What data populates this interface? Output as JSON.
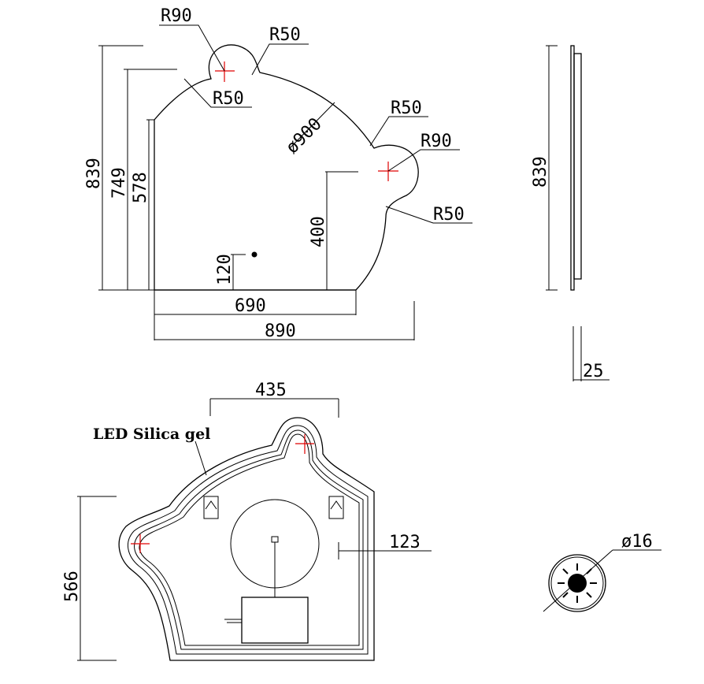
{
  "front_view": {
    "radius_top_circle": "R90",
    "radius_top_neck": "R50",
    "radius_top_left": "R50",
    "diameter_arc": "ø900",
    "radius_right_upper": "R50",
    "radius_right_circle": "R90",
    "radius_right_lower": "R50",
    "height_total": "839",
    "height_mid": "749",
    "height_left": "578",
    "height_switch": "120",
    "height_right": "400",
    "width_base": "690",
    "width_total": "890"
  },
  "side_view": {
    "height": "839",
    "thickness": "25"
  },
  "back_view": {
    "led_label": "LED Silica gel",
    "width_brackets": "435",
    "offset_right": "123",
    "height_back": "566"
  },
  "switch_detail": {
    "diameter": "ø16"
  }
}
